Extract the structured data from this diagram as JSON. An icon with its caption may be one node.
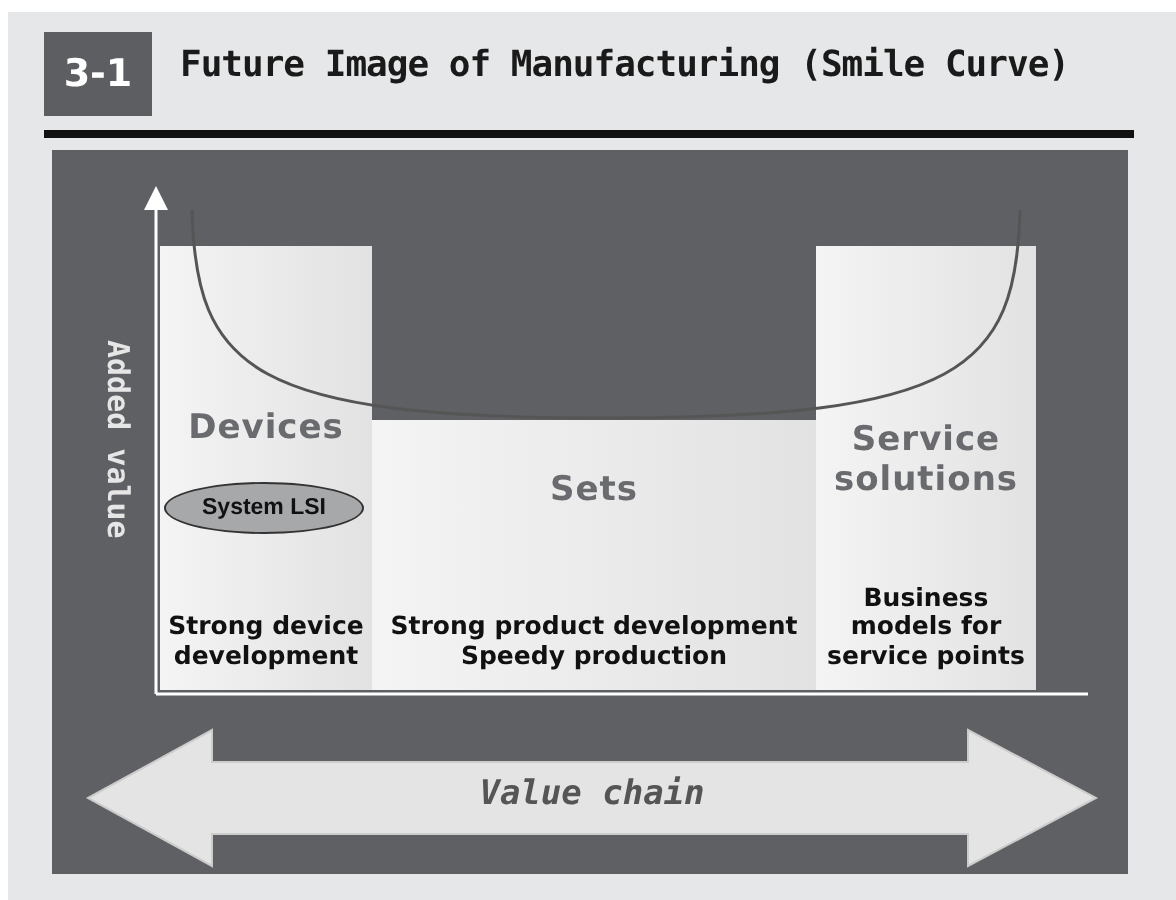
{
  "diagram": {
    "title": "Future Image of Manufacturing (Smile Curve)",
    "nodes": [
      {
        "text": [
          "Devices",
          "Strong device development"
        ]
      },
      {
        "text": [
          "System LSI"
        ],
        "in": 0
      },
      {
        "text": [
          "Sets",
          "Strong product development Speedy production"
        ]
      },
      {
        "text": [
          "Service solutions",
          "Business models for service points"
        ]
      }
    ],
    "labels": [
      "3-1",
      "Added value",
      "Value chain"
    ]
  }
}
